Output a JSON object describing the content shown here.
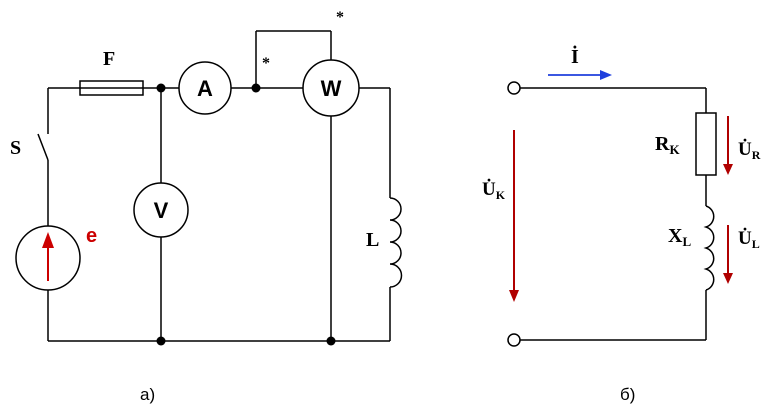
{
  "circuit_a": {
    "labels": {
      "fuse": "F",
      "switch": "S",
      "source": "e",
      "inductor": "L",
      "star_top": "*",
      "star_wattmeter": "*"
    },
    "meters": {
      "ammeter": "A",
      "voltmeter": "V",
      "wattmeter": "W"
    },
    "caption": "а)"
  },
  "circuit_b": {
    "current": {
      "main": "İ"
    },
    "resistor": {
      "main": "R",
      "sub": "K"
    },
    "reactance": {
      "main": "X",
      "sub": "L"
    },
    "voltage_k": {
      "main": "U̇",
      "sub": "K"
    },
    "voltage_r": {
      "main": "U̇",
      "sub": "R"
    },
    "voltage_l": {
      "main": "U̇",
      "sub": "L"
    },
    "caption": "б)"
  },
  "colors": {
    "wire": "#000000",
    "source_arrow": "#cc0000",
    "source_label": "#cc0000",
    "current_arrow": "#1f3fdd",
    "voltage_arrows": "#b00000"
  }
}
